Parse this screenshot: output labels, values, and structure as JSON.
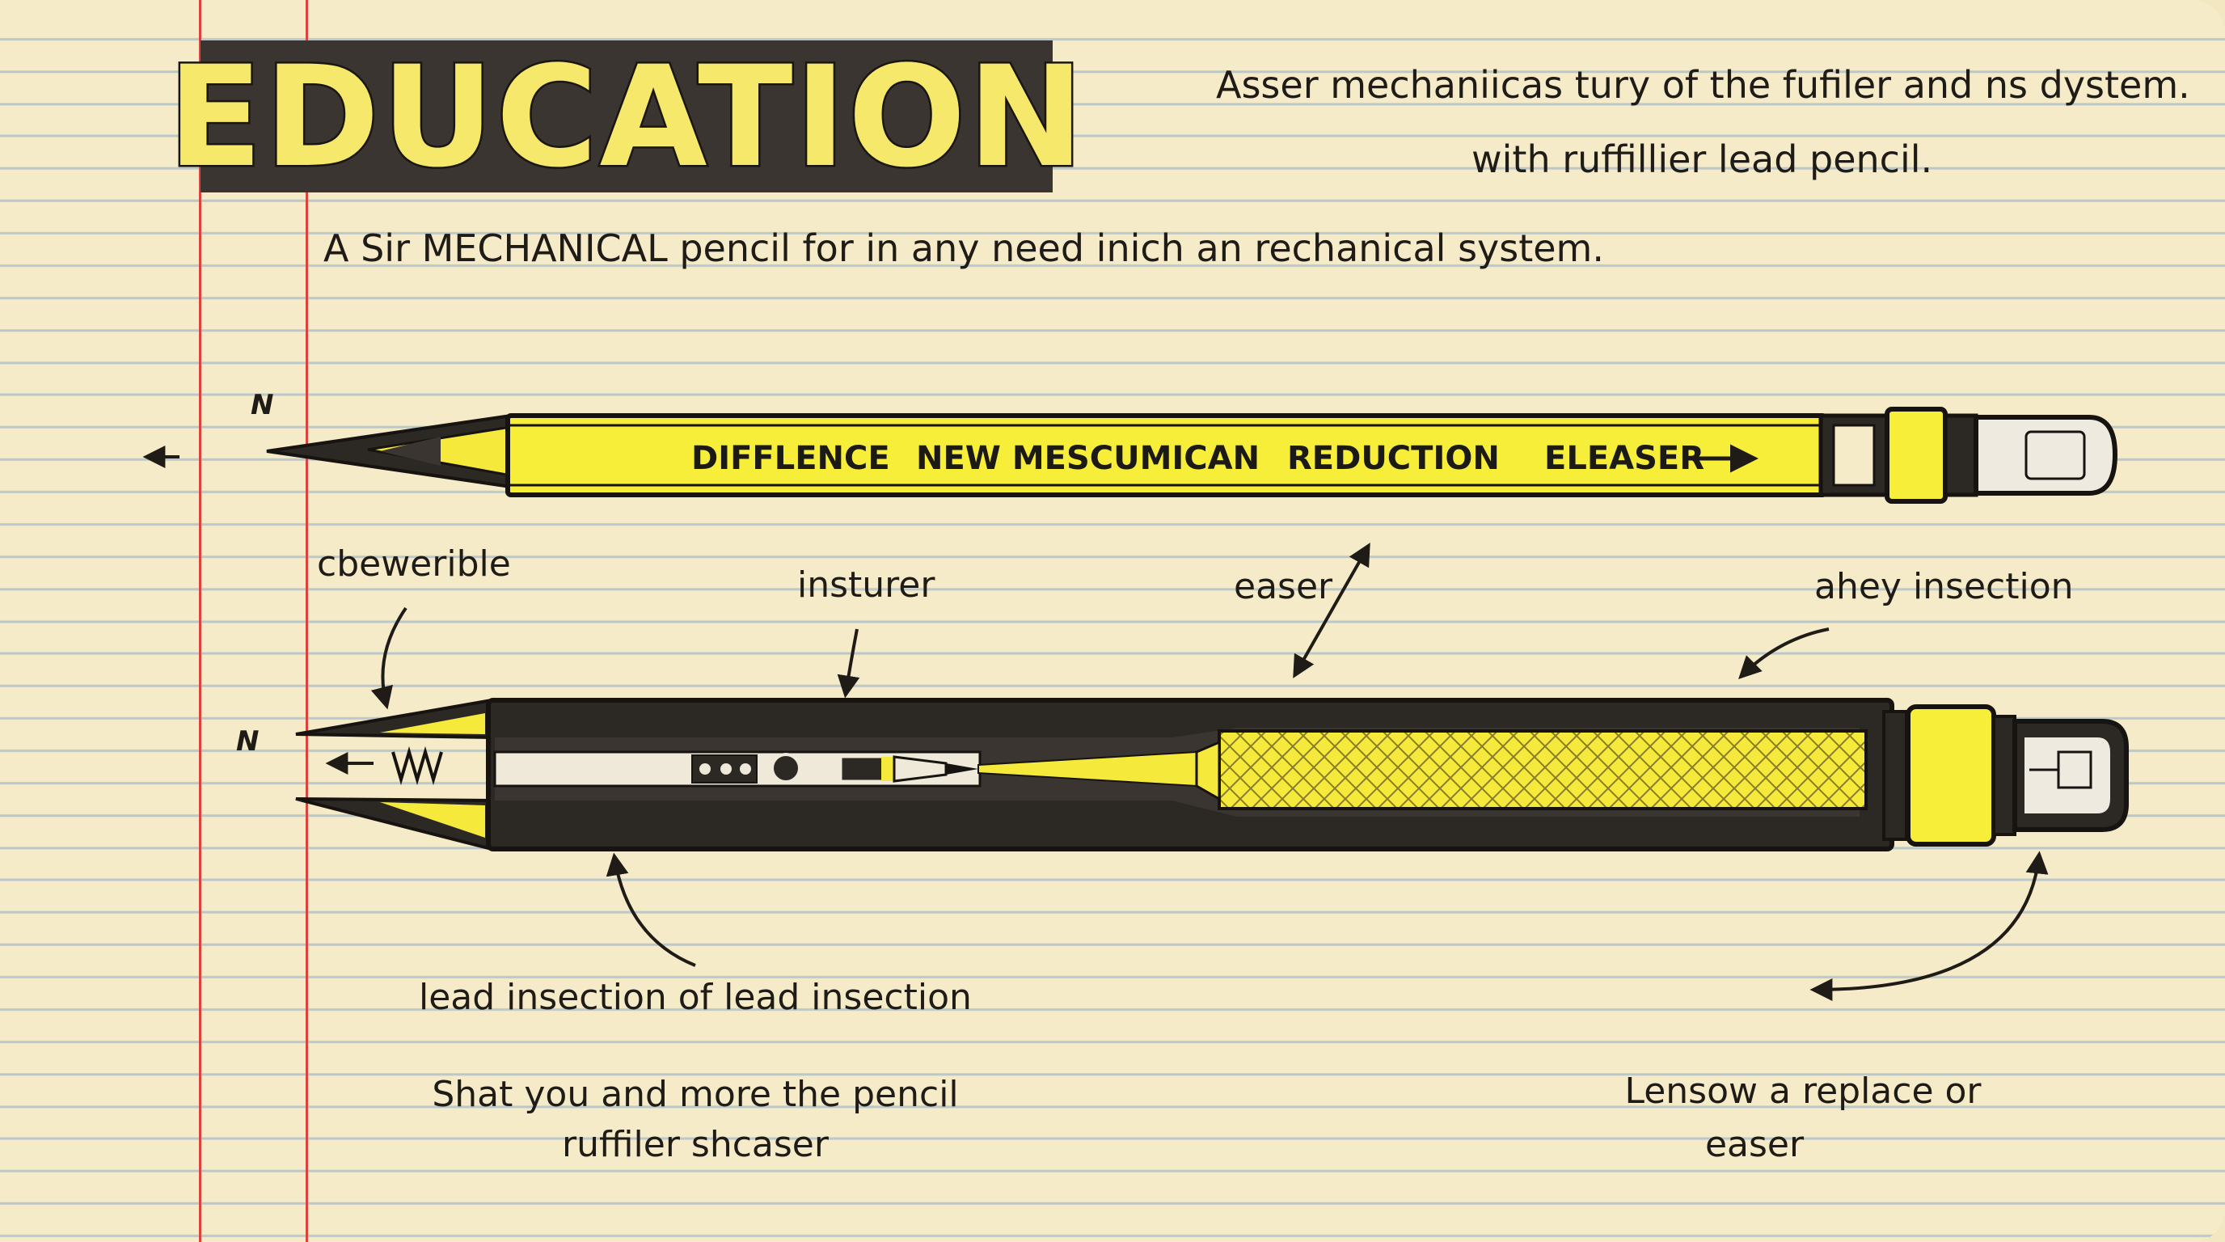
{
  "banner": {
    "title": "EDUCATION"
  },
  "header": {
    "line1": "Asser mechaniicas tury of the fufiler  and ns dystem.",
    "line2": "with ruffillier lead pencil."
  },
  "intro": "A Sir MECHANICAL pencil  for  in any need inich an rechanical  system.",
  "top_pencil": {
    "tip_marker": "N",
    "barrel_labels": [
      "DIFFLENCE",
      "NEW MESCUMICAN",
      "REDUCTION",
      "ELEASER"
    ]
  },
  "cutaway_pencil": {
    "tip_marker": "N"
  },
  "labels": {
    "cbewerible": "cbewerible",
    "insturer": "insturer",
    "easer": "easer",
    "ahey": "ahey insection",
    "lead": "lead insection of lead insection",
    "shat_line1": "Shat you and  more the pencil",
    "shat_line2": "ruffiler shcaser",
    "lensow_line1": "Lensow a  replace or",
    "lensow_line2": "easer"
  },
  "colors": {
    "paper": "#f6ebc8",
    "rule_line": "#b9c8cc",
    "margin_line": "#d9443e",
    "banner_bg": "#3a3530",
    "banner_text": "#f6e86a",
    "pencil_yellow": "#f7ee3a",
    "ink": "#1f1b16"
  }
}
